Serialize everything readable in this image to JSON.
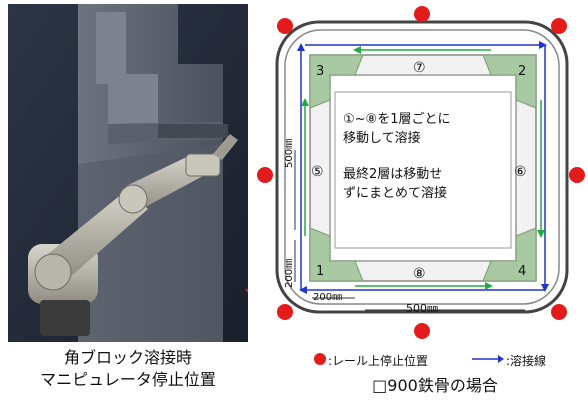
{
  "left_caption": {
    "line1": "角ブロック溶接時",
    "line2": "マニピュレータ停止位置"
  },
  "right_caption": "□900鉄骨の場合",
  "legend": {
    "stop_label": ":レール上停止位置",
    "weld_label": ":溶接線"
  },
  "center_text": {
    "line1": "①~⑧を1層ごとに",
    "line2": "移動して溶接",
    "line3": "最終2層は移動せ",
    "line4": "ずにまとめて溶接"
  },
  "labels": {
    "n1": "1",
    "n2": "2",
    "n3": "3",
    "n4": "4",
    "c5": "⑤",
    "c6": "⑥",
    "c7": "⑦",
    "c8": "⑧",
    "dim_500_v": "500㎜",
    "dim_200_v": "200㎜",
    "dim_200_h": "200㎜",
    "dim_500_h": "500㎜"
  },
  "colors": {
    "stop_dot": "#e41b1b",
    "weld_arrow_blue": "#2233cc",
    "weld_arrow_green": "#22aa44",
    "corner_fill": "#a9c9a2"
  }
}
